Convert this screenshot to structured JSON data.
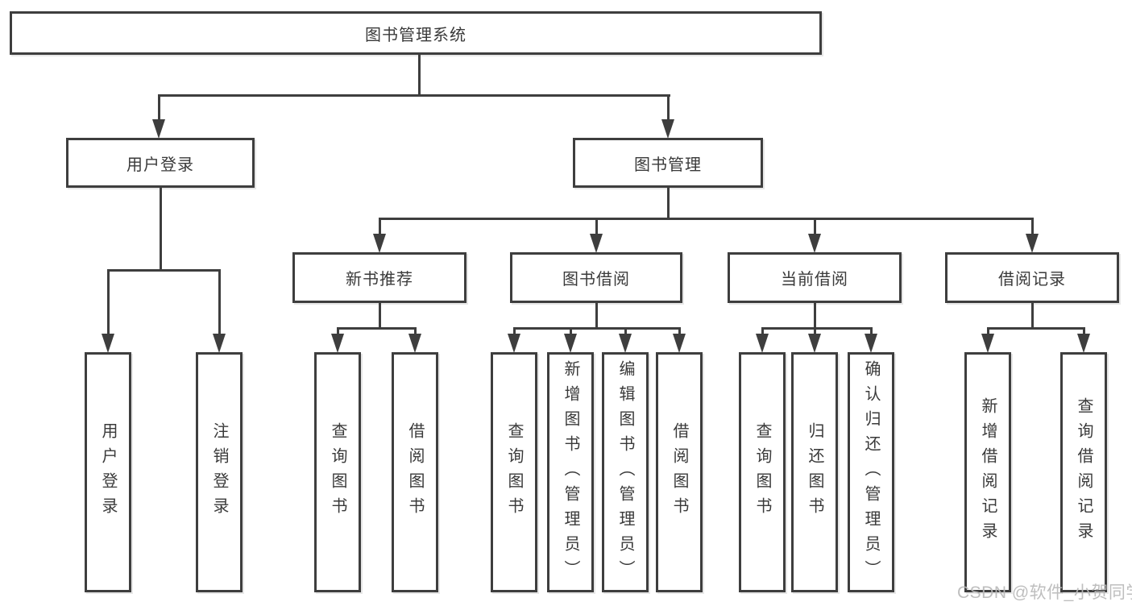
{
  "colors": {
    "line": "#3e3e3e",
    "text": "#3a3a3a",
    "watermark": "#b9b9b9",
    "background": "#ffffff"
  },
  "watermark": {
    "text": "CSDN @软件_小贺同学"
  },
  "tree": {
    "root": {
      "label": "图书管理系统"
    },
    "branches": [
      {
        "label": "用户登录",
        "children": [
          {
            "label": "用户登录"
          },
          {
            "label": "注销登录"
          }
        ]
      },
      {
        "label": "图书管理",
        "children": [
          {
            "label": "新书推荐",
            "children": [
              {
                "label": "查询图书"
              },
              {
                "label": "借阅图书"
              }
            ]
          },
          {
            "label": "图书借阅",
            "children": [
              {
                "label": "查询图书"
              },
              {
                "label": "新增图书（管理员）"
              },
              {
                "label": "编辑图书（管理员）"
              },
              {
                "label": "借阅图书"
              }
            ]
          },
          {
            "label": "当前借阅",
            "children": [
              {
                "label": "查询图书"
              },
              {
                "label": "归还图书"
              },
              {
                "label": "确认归还（管理员）"
              }
            ]
          },
          {
            "label": "借阅记录",
            "children": [
              {
                "label": "新增借阅记录"
              },
              {
                "label": "查询借阅记录"
              }
            ]
          }
        ]
      }
    ]
  }
}
